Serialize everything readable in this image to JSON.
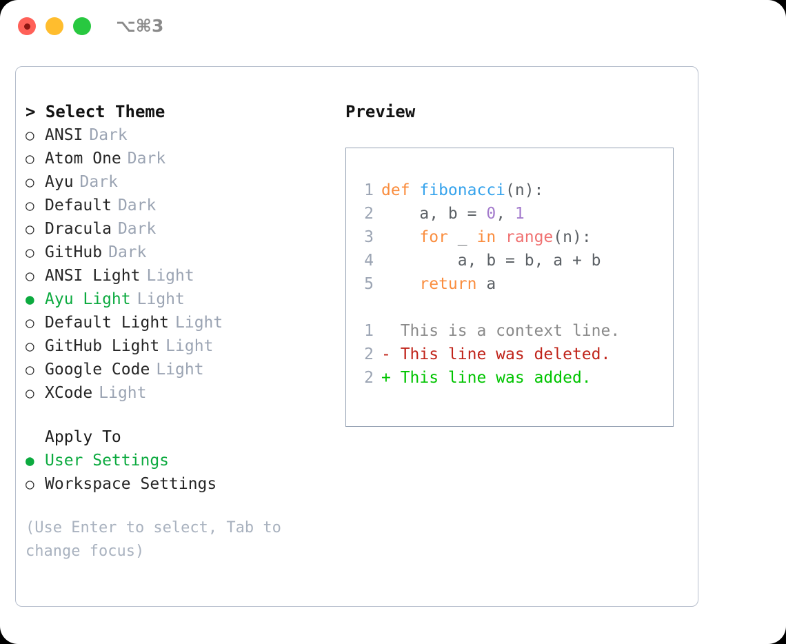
{
  "window": {
    "shortcut": "⌥⌘3",
    "traffic_lights": [
      {
        "name": "close-button",
        "color": "#FF6058"
      },
      {
        "name": "minimize-button",
        "color": "#FFBD2E"
      },
      {
        "name": "maximize-button",
        "color": "#28C840"
      }
    ]
  },
  "colors": {
    "accent_green": "#0CAA3F",
    "muted": "#9BA4B3",
    "hint": "#A9B2BF",
    "keyword": "#FA8D3E",
    "function": "#36A3EC",
    "builtin": "#F07171",
    "number": "#A37ACC",
    "plain": "#5C6166",
    "diff_deleted": "#C0241A",
    "diff_added": "#00C400",
    "border": "#B6BECC"
  },
  "theme_list": {
    "header_marker": ">",
    "header": "Select Theme",
    "marker_selected": "●",
    "marker_unselected": "○",
    "items": [
      {
        "label": "ANSI",
        "kind": "Dark",
        "selected": false
      },
      {
        "label": "Atom One",
        "kind": "Dark",
        "selected": false
      },
      {
        "label": "Ayu",
        "kind": "Dark",
        "selected": false
      },
      {
        "label": "Default",
        "kind": "Dark",
        "selected": false
      },
      {
        "label": "Dracula",
        "kind": "Dark",
        "selected": false
      },
      {
        "label": "GitHub",
        "kind": "Dark",
        "selected": false
      },
      {
        "label": "ANSI Light",
        "kind": "Light",
        "selected": false
      },
      {
        "label": "Ayu Light",
        "kind": "Light",
        "selected": true
      },
      {
        "label": "Default Light",
        "kind": "Light",
        "selected": false
      },
      {
        "label": "GitHub Light",
        "kind": "Light",
        "selected": false
      },
      {
        "label": "Google Code",
        "kind": "Light",
        "selected": false
      },
      {
        "label": "XCode",
        "kind": "Light",
        "selected": false
      }
    ]
  },
  "apply_to": {
    "header": "Apply To",
    "items": [
      {
        "label": "User Settings",
        "selected": true
      },
      {
        "label": "Workspace Settings",
        "selected": false
      }
    ]
  },
  "hint": "(Use Enter to select, Tab to change focus)",
  "preview": {
    "title": "Preview",
    "code_lines": [
      {
        "number": "1",
        "tokens": [
          {
            "text": "def ",
            "type": "keyword"
          },
          {
            "text": "fibonacci",
            "type": "function"
          },
          {
            "text": "(n):",
            "type": "plain"
          }
        ]
      },
      {
        "number": "2",
        "tokens": [
          {
            "text": "    a, b = ",
            "type": "plain"
          },
          {
            "text": "0",
            "type": "number"
          },
          {
            "text": ", ",
            "type": "plain"
          },
          {
            "text": "1",
            "type": "number"
          }
        ]
      },
      {
        "number": "3",
        "tokens": [
          {
            "text": "    ",
            "type": "plain"
          },
          {
            "text": "for",
            "type": "keyword"
          },
          {
            "text": " _ ",
            "type": "plain"
          },
          {
            "text": "in",
            "type": "keyword"
          },
          {
            "text": " ",
            "type": "plain"
          },
          {
            "text": "range",
            "type": "builtin"
          },
          {
            "text": "(n):",
            "type": "plain"
          }
        ]
      },
      {
        "number": "4",
        "tokens": [
          {
            "text": "        a, b = b, a + b",
            "type": "plain"
          }
        ]
      },
      {
        "number": "5",
        "tokens": [
          {
            "text": "    ",
            "type": "plain"
          },
          {
            "text": "return",
            "type": "keyword"
          },
          {
            "text": " a",
            "type": "plain"
          }
        ]
      }
    ],
    "diff_lines": [
      {
        "number": "1",
        "text": "  This is a context line.",
        "type": "context"
      },
      {
        "number": "2",
        "text": "- This line was deleted.",
        "type": "deleted"
      },
      {
        "number": "2",
        "text": "+ This line was added.",
        "type": "added"
      }
    ]
  }
}
